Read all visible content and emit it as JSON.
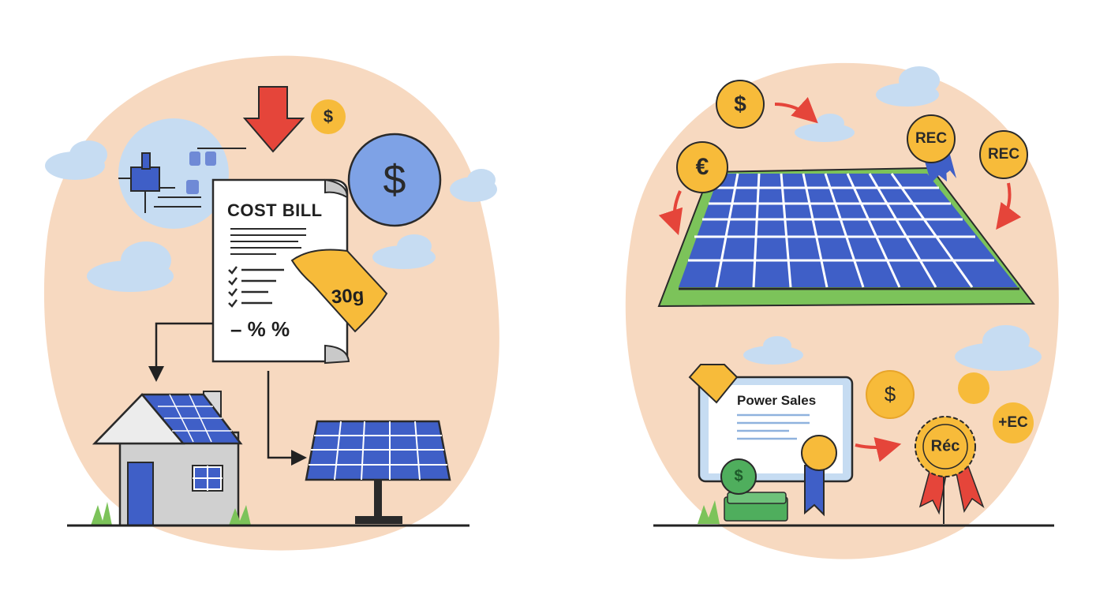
{
  "left_panel": {
    "bill_title": "COST BILL",
    "bill_discount": "– % %",
    "coupon_label": "30g",
    "coin_small_symbol": "$",
    "coin_large_symbol": "$"
  },
  "right_panel": {
    "coin_dollar_symbol": "$",
    "coin_euro_symbol": "€",
    "rec_ribbon_label": "REC",
    "rec_coin_label": "REC",
    "certificate_title": "Power Sales",
    "coin_bottom_symbol": "$",
    "rosette_label": "Réc",
    "plus_coin_label": "+EC",
    "cash_symbol": "$"
  },
  "colors": {
    "blob": "#f7d9c0",
    "panel_blue": "#3f5fc7",
    "coin_gold": "#f7bb3a",
    "arrow_red": "#e5453a",
    "grass_green": "#7cc35a",
    "cloud": "#c6dcf2",
    "money_green": "#3f9a4e",
    "ribbon_blue": "#3f5fc7"
  },
  "icons": [
    "house-icon",
    "solar-panel-icon",
    "cost-bill-icon",
    "dollar-coin-icon",
    "euro-coin-icon",
    "rec-badge-icon",
    "certificate-icon",
    "rosette-icon",
    "cash-stack-icon",
    "cloud-icon",
    "down-arrow-icon",
    "plug-icon",
    "diamond-icon"
  ]
}
